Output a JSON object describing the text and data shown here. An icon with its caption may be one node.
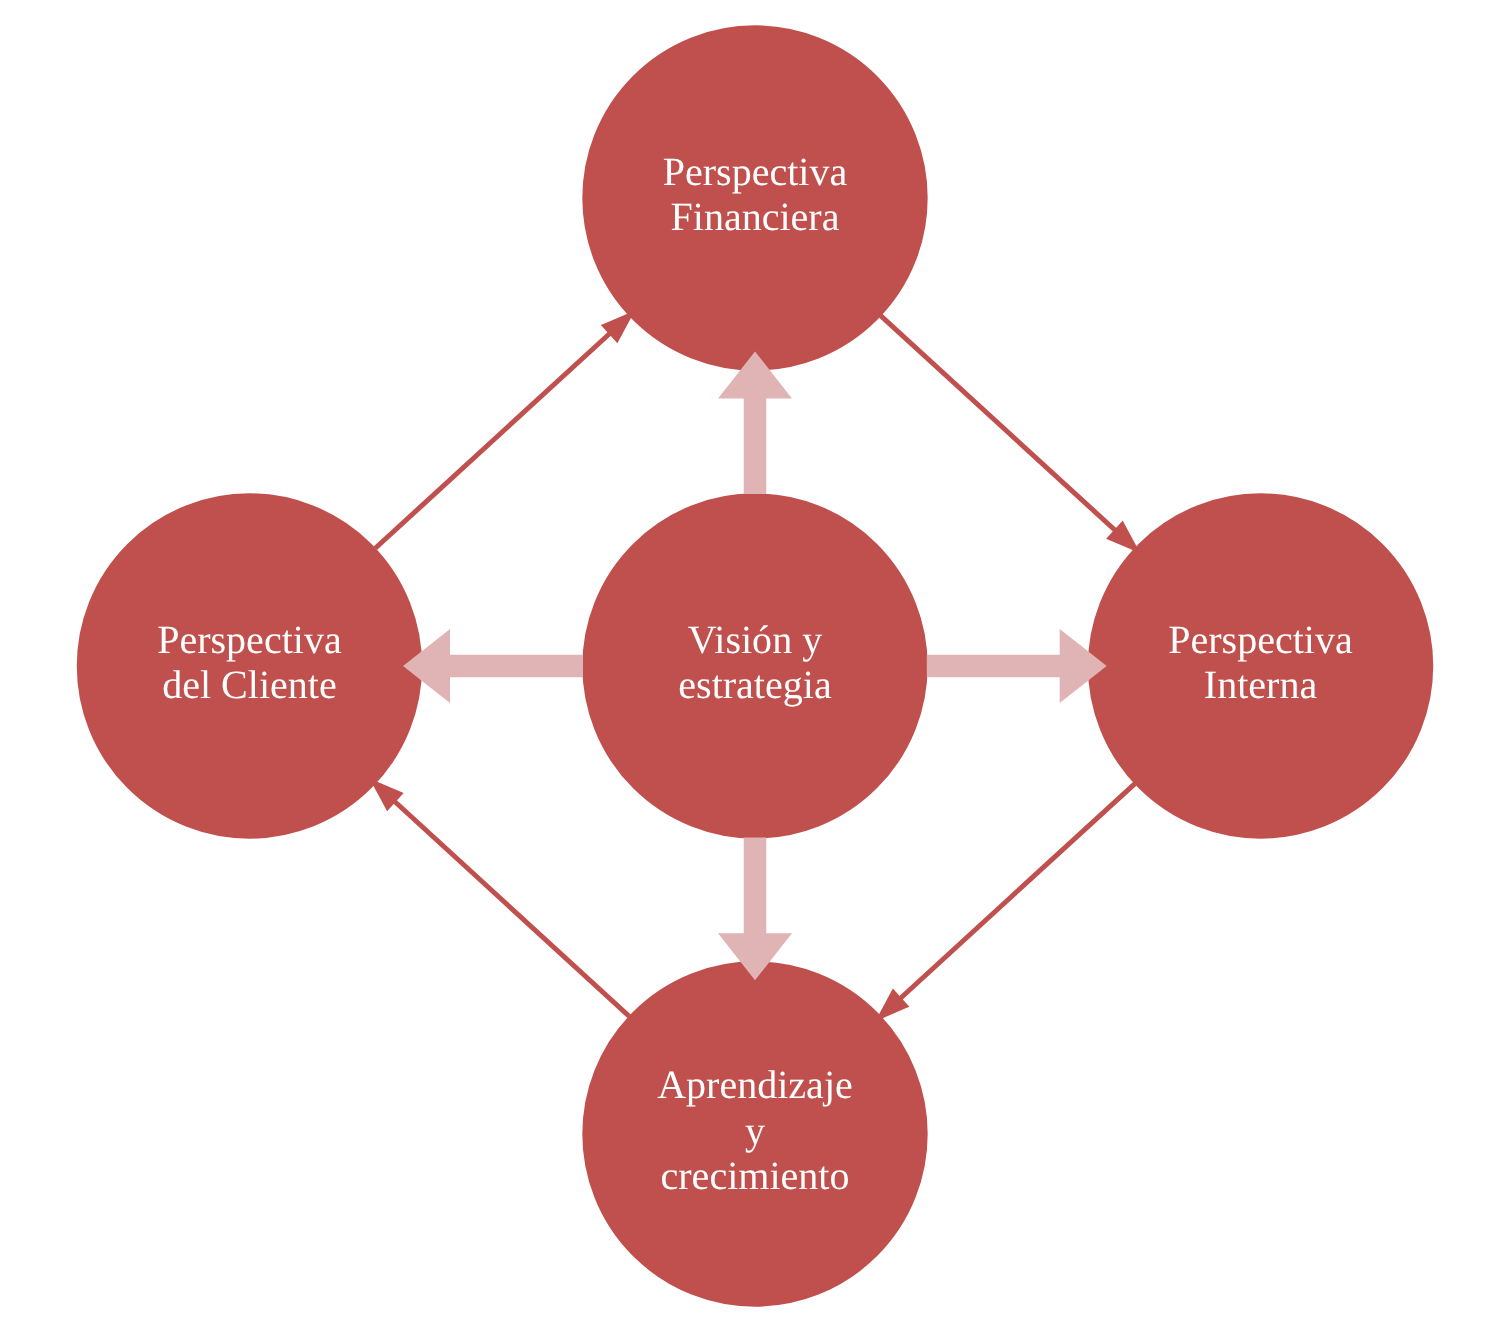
{
  "diagram": {
    "nodes": [
      {
        "text": [
          "Perspectiva Financiera"
        ]
      },
      {
        "text": [
          "Perspectiva del Cliente"
        ]
      },
      {
        "text": [
          "Visión y estrategia"
        ]
      },
      {
        "text": [
          "Perspectiva Interna"
        ]
      },
      {
        "text": [
          "Aprendizaje y crecimiento"
        ]
      }
    ],
    "edges": [
      {
        "from": 2,
        "to": 0,
        "arrow": "to",
        "style": "thick",
        "color": "#e0b4b4"
      },
      {
        "from": 2,
        "to": 1,
        "arrow": "to",
        "style": "thick",
        "color": "#e0b4b4"
      },
      {
        "from": 2,
        "to": 3,
        "arrow": "to",
        "style": "thick",
        "color": "#e0b4b4"
      },
      {
        "from": 2,
        "to": 4,
        "arrow": "to",
        "style": "thick",
        "color": "#e0b4b4"
      },
      {
        "from": 0,
        "to": 3,
        "arrow": "to",
        "color": "#c0504d"
      },
      {
        "from": 3,
        "to": 4,
        "arrow": "to",
        "color": "#c0504d"
      },
      {
        "from": 4,
        "to": 1,
        "arrow": "to",
        "color": "#c0504d"
      },
      {
        "from": 1,
        "to": 0,
        "arrow": "to",
        "color": "#c0504d"
      }
    ]
  }
}
